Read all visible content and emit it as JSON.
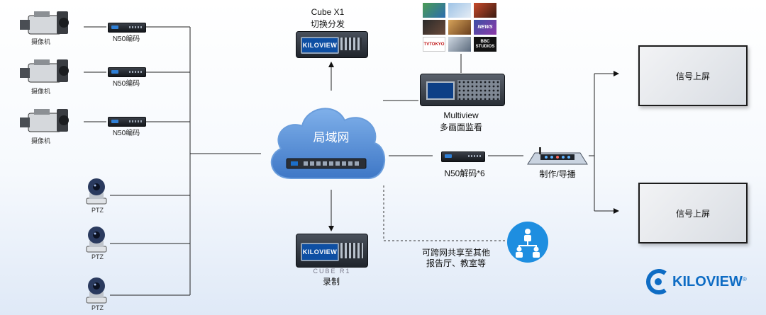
{
  "cameras": [
    {
      "label": "摄像机",
      "encoder": "N50编码"
    },
    {
      "label": "摄像机",
      "encoder": "N50编码"
    },
    {
      "label": "摄像机",
      "encoder": "N50编码"
    }
  ],
  "ptz": [
    {
      "label": "PTZ"
    },
    {
      "label": "PTZ"
    },
    {
      "label": "PTZ"
    }
  ],
  "cloud": {
    "label": "局域网"
  },
  "cube_x1": {
    "title": "Cube X1",
    "subtitle": "切换分发",
    "brand": "KILOVIEW"
  },
  "multiview": {
    "title": "Multiview",
    "subtitle": "多画面监看"
  },
  "thumbnails": {
    "logos": [
      "NEWS",
      "TVTOKYO",
      "BBC STUDIOS"
    ]
  },
  "decoder": {
    "label": "N50解码*6"
  },
  "production": {
    "label": "制作/导播"
  },
  "screens": [
    {
      "label": "信号上屏"
    },
    {
      "label": "信号上屏"
    }
  ],
  "cube_r1": {
    "model": "CUBE R1",
    "subtitle": "录制",
    "brand": "KILOVIEW"
  },
  "share": {
    "line1": "可跨网共享至其他",
    "line2": "报告厅、教室等"
  },
  "logo": {
    "text": "KILOVIEW",
    "mark": "®"
  },
  "colors": {
    "brand_blue": "#0e6cc4",
    "cloud_blue": "#4a84cf",
    "people_blue": "#1e8ee0"
  }
}
